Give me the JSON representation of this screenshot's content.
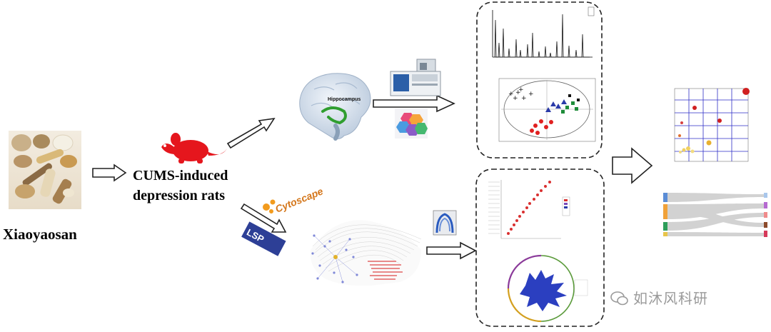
{
  "herb": {
    "label": "Xiaoyaosan"
  },
  "model": {
    "line1": "CUMS-induced",
    "line2": "depression rats"
  },
  "brain": {
    "region_label": "Hippocampus"
  },
  "tools": {
    "cytoscape": "Cytoscape",
    "lsp": "LSP"
  },
  "watermark": {
    "text": "如沐风科研"
  },
  "colors": {
    "rat": "#e5161d",
    "border": "#222222",
    "scatter_red": "#e02020",
    "scatter_blue": "#2a3aa8",
    "scatter_green": "#1f8c3a",
    "network_blue": "#7f88d8",
    "sankey_gray": "#c8c8c8"
  }
}
